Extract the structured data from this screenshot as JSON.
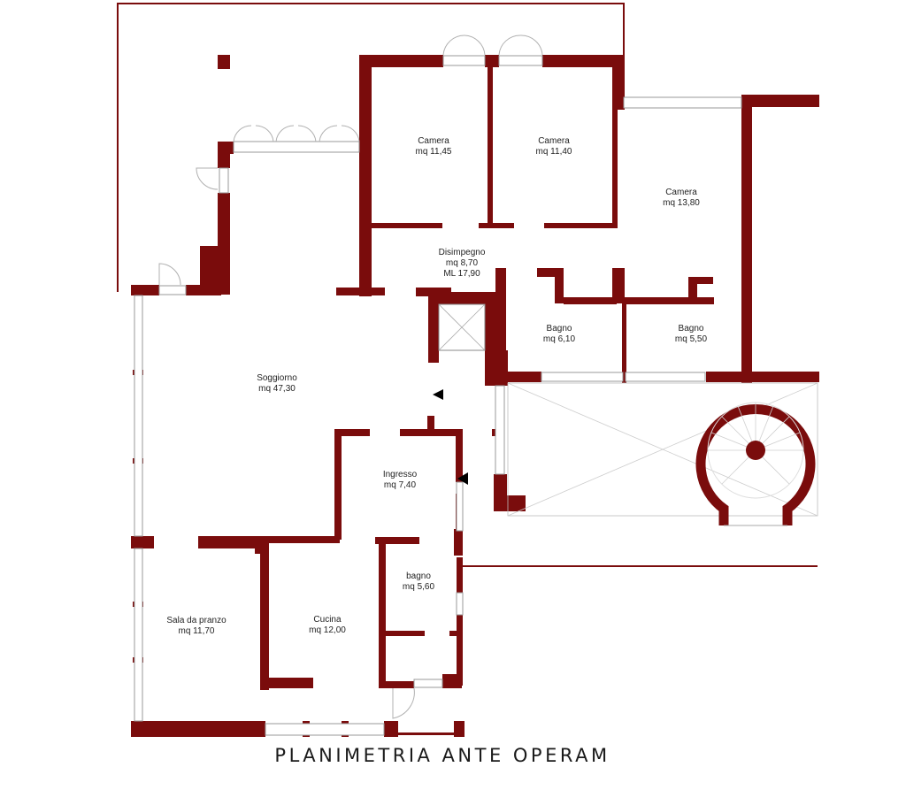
{
  "title": "PLANIMETRIA ANTE OPERAM",
  "rooms": [
    {
      "id": "camera1",
      "name": "Camera",
      "area": "mq 11,45"
    },
    {
      "id": "camera2",
      "name": "Camera",
      "area": "mq 11,40"
    },
    {
      "id": "camera3",
      "name": "Camera",
      "area": "mq 13,80"
    },
    {
      "id": "disimpegno",
      "name": "Disimpegno",
      "area": "mq 8,70",
      "extra": "ML 17,90"
    },
    {
      "id": "bagno1",
      "name": "Bagno",
      "area": "mq 6,10"
    },
    {
      "id": "bagno2",
      "name": "Bagno",
      "area": "mq 5,50"
    },
    {
      "id": "soggiorno",
      "name": "Soggiorno",
      "area": "mq 47,30"
    },
    {
      "id": "ingresso",
      "name": "Ingresso",
      "area": "mq 7,40"
    },
    {
      "id": "bagno3",
      "name": "bagno",
      "area": "mq 5,60"
    },
    {
      "id": "sala",
      "name": "Sala da pranzo",
      "area": "mq 11,70"
    },
    {
      "id": "cucina",
      "name": "Cucina",
      "area": "mq 12,00"
    }
  ],
  "colors": {
    "wall": "#7a0c0c",
    "line": "#7a0c0c",
    "window": "#9a9a9a"
  }
}
